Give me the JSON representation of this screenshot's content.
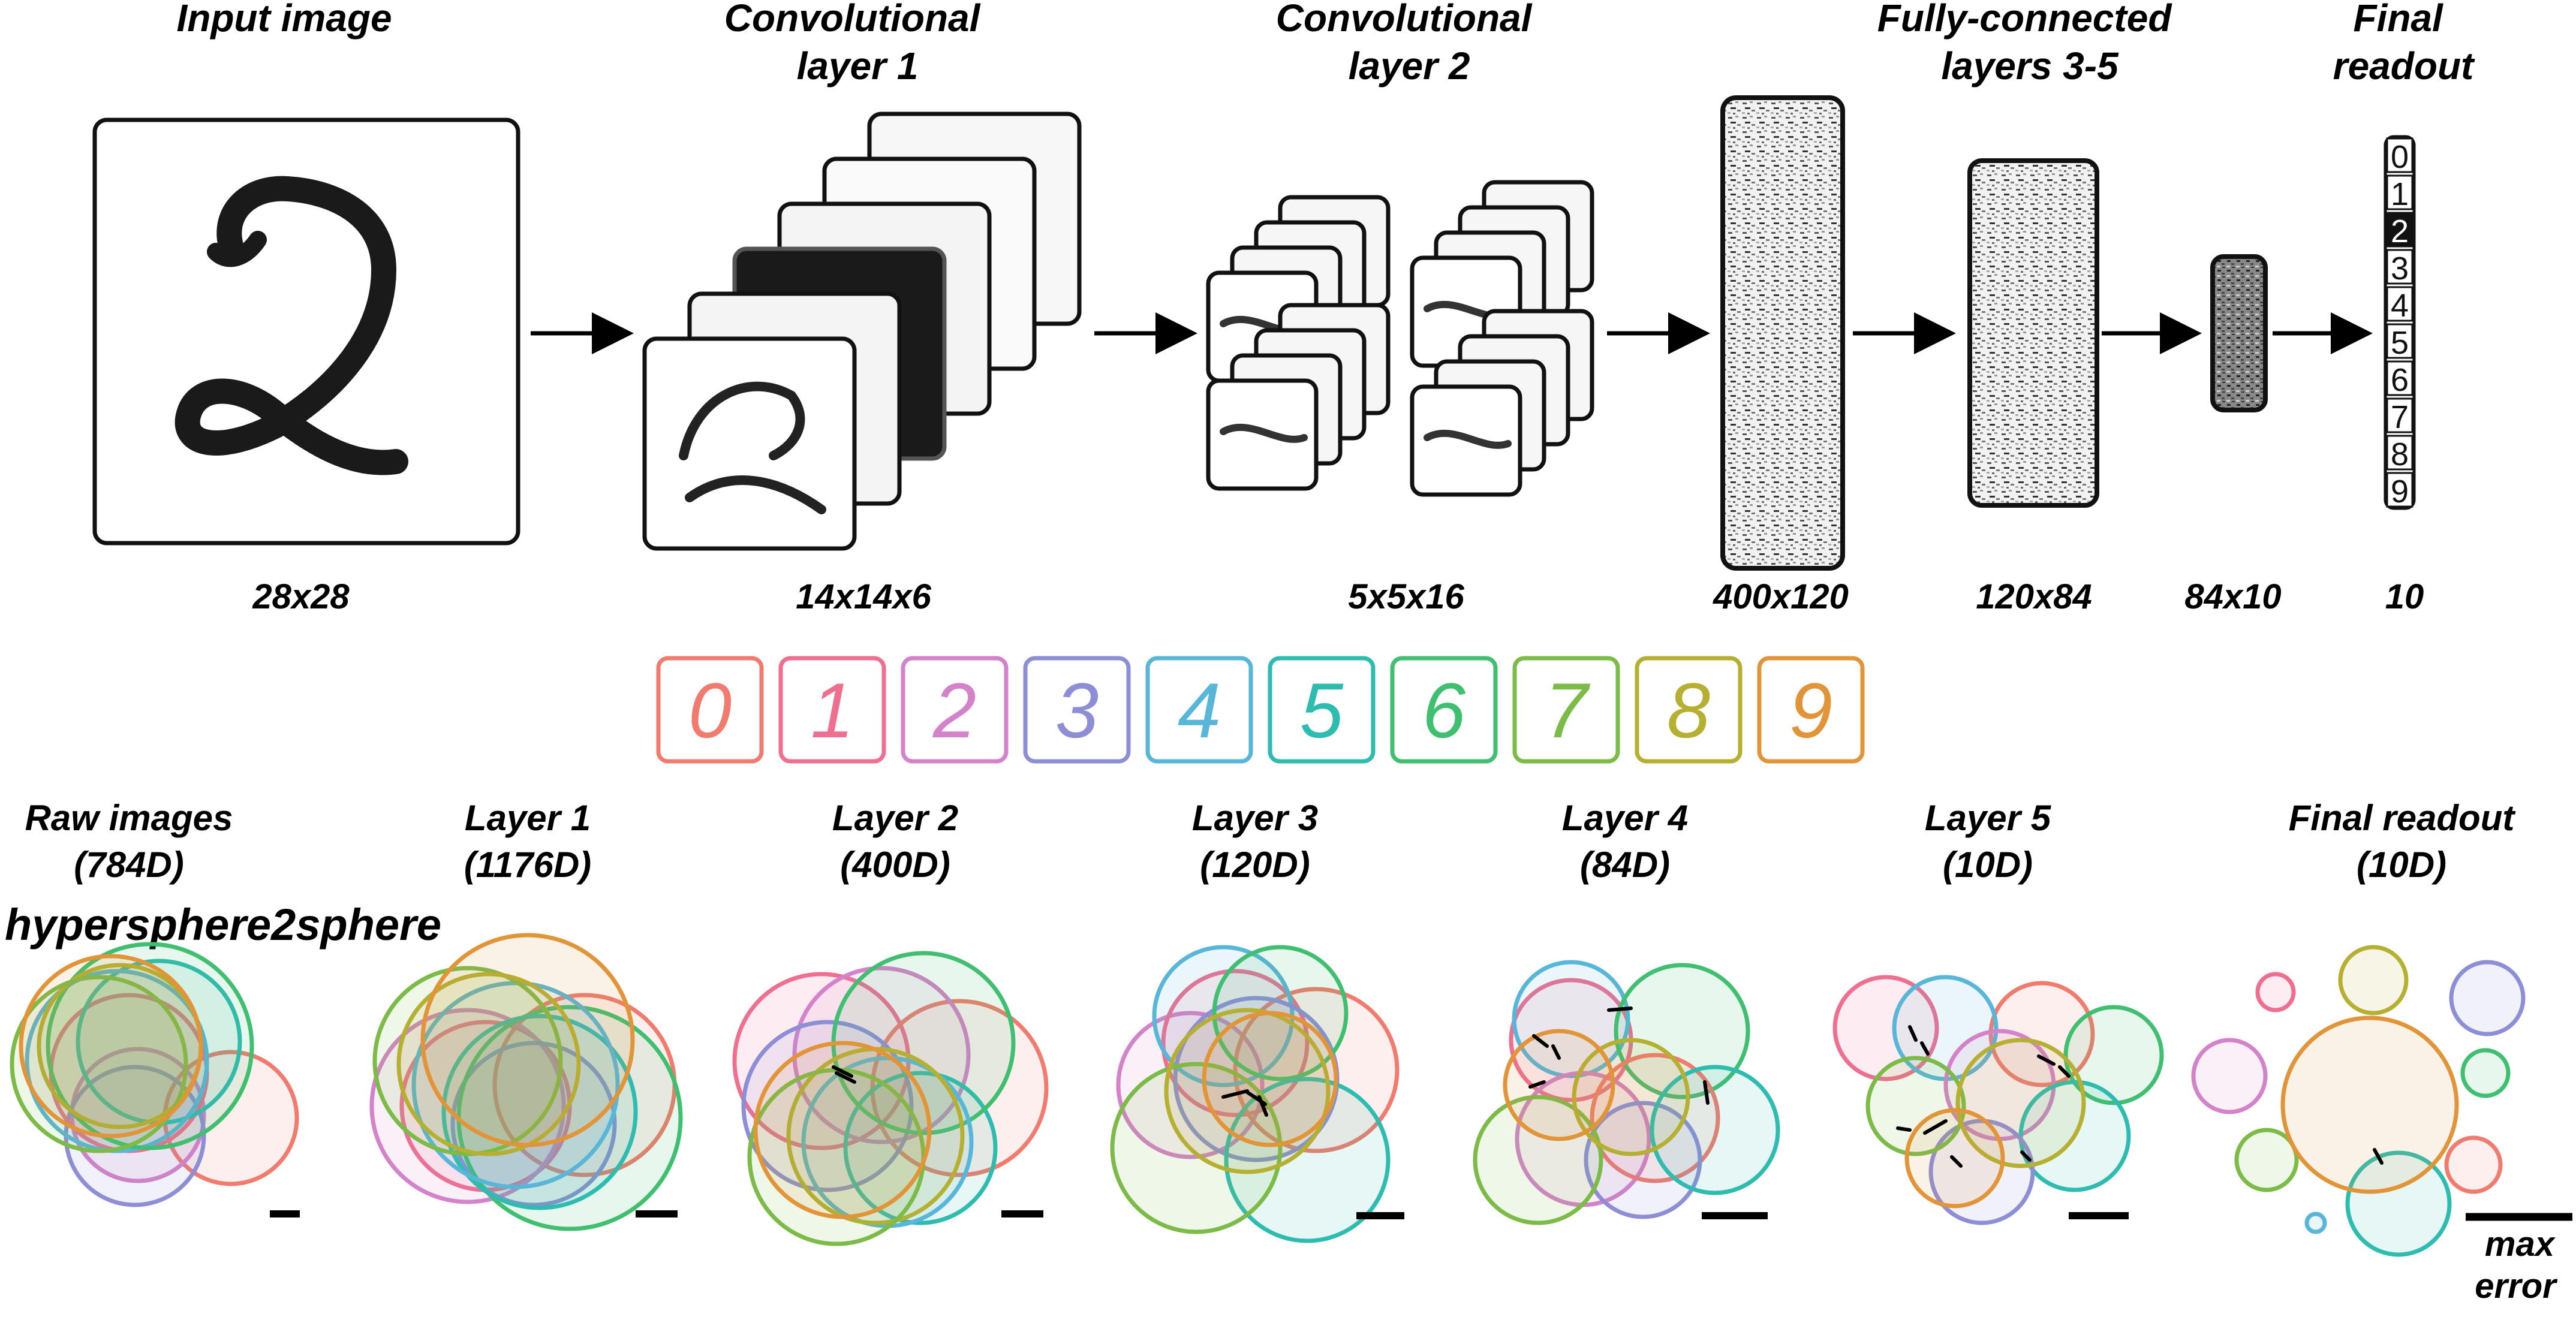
{
  "colors": {
    "d0": "#f07b6e",
    "d1": "#ef6f91",
    "d2": "#d482c9",
    "d3": "#8e8ed6",
    "d4": "#58b6d8",
    "d5": "#2fbcb0",
    "d6": "#3fbf6f",
    "d7": "#7cbb48",
    "d8": "#b5b032",
    "d9": "#e29438"
  },
  "architecture": {
    "stages": [
      {
        "id": "input",
        "title": [
          "Input image"
        ],
        "size": "28x28"
      },
      {
        "id": "conv1",
        "title": [
          "Convolutional",
          "layer 1"
        ],
        "size": "14x14x6"
      },
      {
        "id": "conv2",
        "title": [
          "Convolutional",
          "layer 2"
        ],
        "size": "5x5x16"
      },
      {
        "id": "fc",
        "title": [
          "Fully-connected",
          "layers 3-5"
        ]
      },
      {
        "id": "readout",
        "title": [
          "Final",
          "readout"
        ],
        "size": "10"
      }
    ],
    "fc_sizes": [
      "400x120",
      "120x84",
      "84x10"
    ],
    "readout_digits": [
      "0",
      "1",
      "2",
      "3",
      "4",
      "5",
      "6",
      "7",
      "8",
      "9"
    ],
    "readout_active": "2"
  },
  "legend": {
    "digits": [
      "0",
      "1",
      "2",
      "3",
      "4",
      "5",
      "6",
      "7",
      "8",
      "9"
    ]
  },
  "method_label": "hypersphere2sphere",
  "panels": [
    {
      "title": [
        "Raw images",
        "(784D)"
      ]
    },
    {
      "title": [
        "Layer 1",
        "(1176D)"
      ]
    },
    {
      "title": [
        "Layer 2",
        "(400D)"
      ]
    },
    {
      "title": [
        "Layer 3",
        "(120D)"
      ]
    },
    {
      "title": [
        "Layer 4",
        "(84D)"
      ]
    },
    {
      "title": [
        "Layer 5",
        "(10D)"
      ]
    },
    {
      "title": [
        "Final readout",
        "(10D)"
      ]
    }
  ],
  "scale_label": [
    "max",
    "error"
  ]
}
